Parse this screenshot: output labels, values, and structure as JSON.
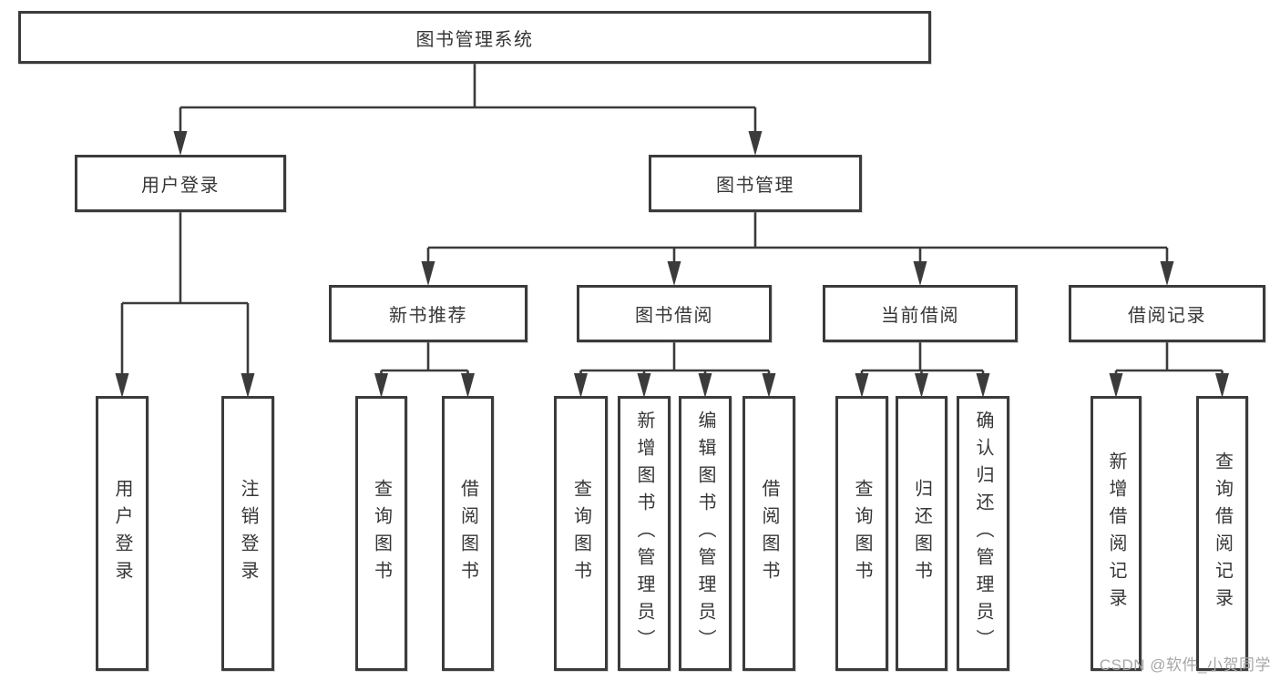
{
  "diagram": {
    "type": "hierarchy-tree",
    "tree": {
      "label": "图书管理系统",
      "children": [
        {
          "label": "用户登录",
          "children": [
            {
              "label": "用户登录"
            },
            {
              "label": "注销登录"
            }
          ]
        },
        {
          "label": "图书管理",
          "children": [
            {
              "label": "新书推荐",
              "children": [
                {
                  "label": "查询图书"
                },
                {
                  "label": "借阅图书"
                }
              ]
            },
            {
              "label": "图书借阅",
              "children": [
                {
                  "label": "查询图书"
                },
                {
                  "label": "新增图书（管理员）"
                },
                {
                  "label": "编辑图书（管理员）"
                },
                {
                  "label": "借阅图书"
                }
              ]
            },
            {
              "label": "当前借阅",
              "children": [
                {
                  "label": "查询图书"
                },
                {
                  "label": "归还图书"
                },
                {
                  "label": "确认归还（管理员）"
                }
              ]
            },
            {
              "label": "借阅记录",
              "children": [
                {
                  "label": "新增借阅记录"
                },
                {
                  "label": "查询借阅记录"
                }
              ]
            }
          ]
        }
      ]
    },
    "colors": {
      "line": "#3b3b3b",
      "box_border": "#3b3b3b",
      "text": "#363636",
      "background": "#ffffff",
      "watermark": "#a8a5a5"
    }
  },
  "watermark": {
    "text": "CSDN @软件_小贺同学"
  }
}
